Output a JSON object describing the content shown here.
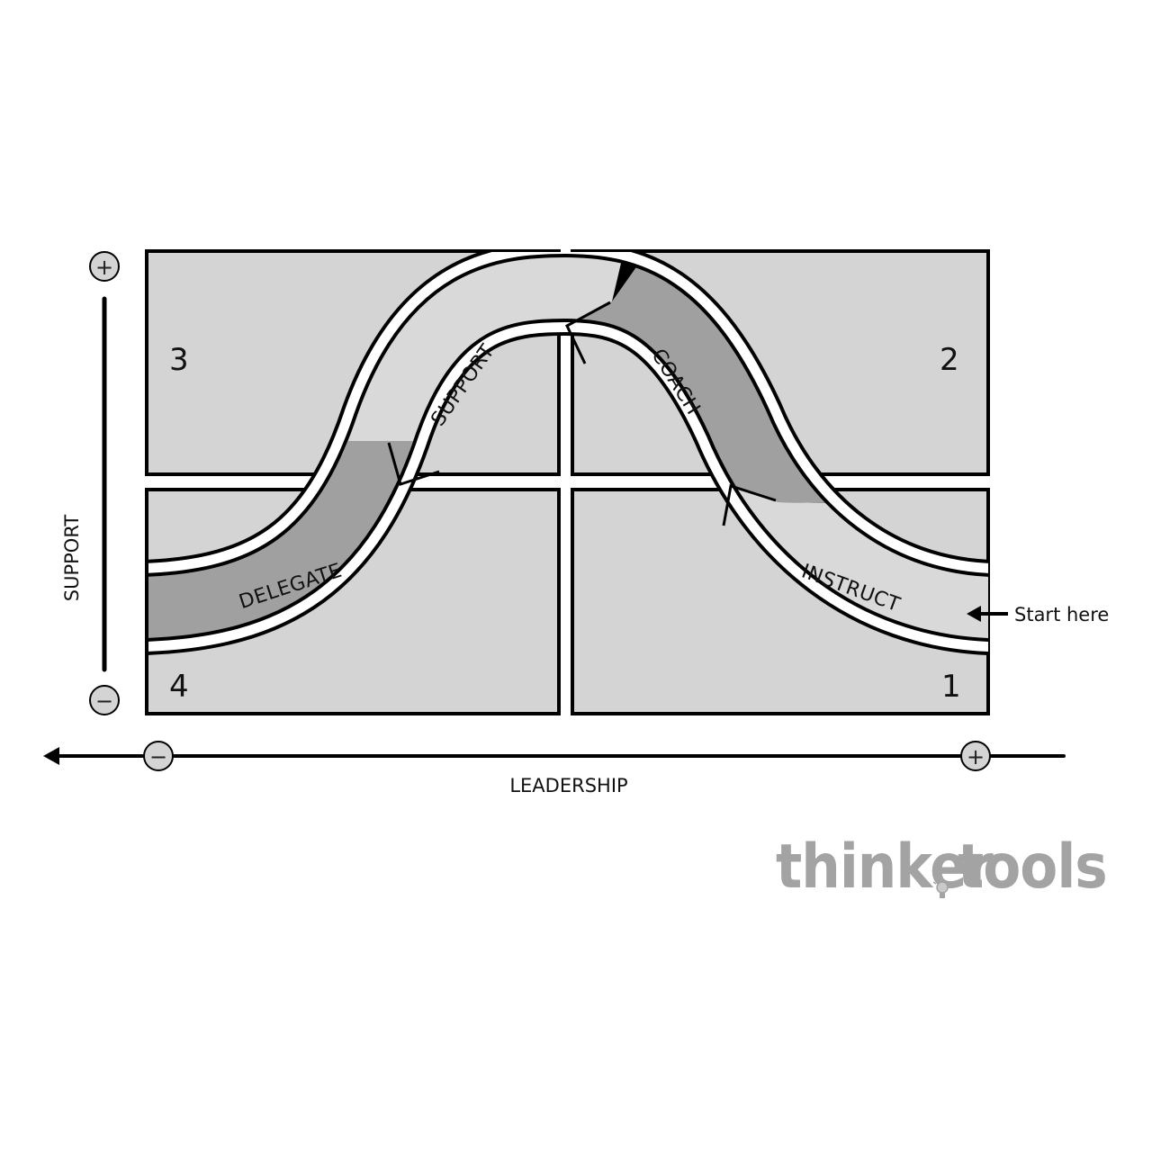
{
  "quadrants": {
    "q1": "1",
    "q2": "2",
    "q3": "3",
    "q4": "4"
  },
  "stages": {
    "instruct": "INSTRUCT",
    "coach": "COACH",
    "support": "SUPPORT",
    "delegate": "DELEGATE"
  },
  "start_label": "Start here",
  "y_axis": {
    "label": "SUPPORT",
    "top_sign": "+",
    "bottom_sign": "−"
  },
  "x_axis": {
    "label": "LEADERSHIP",
    "left_sign": "−",
    "right_sign": "+"
  },
  "logo": {
    "part1": "thinker",
    "part2": "tools"
  },
  "colors": {
    "quadrant_fill": "#d4d4d4",
    "dark_band": "#a0a0a0",
    "light_band": "#d9d9d9",
    "outline": "#000000",
    "logo": "#a3a3a3"
  }
}
